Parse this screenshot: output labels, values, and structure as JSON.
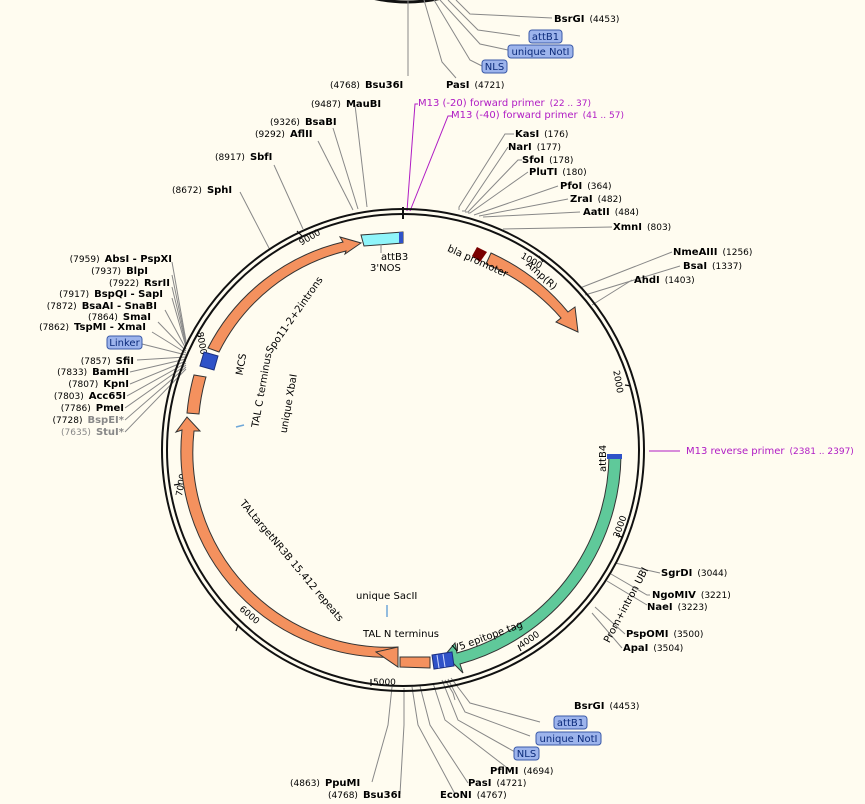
{
  "colors": {
    "background": "#fffcf0",
    "backbone": "#111111",
    "feature_orange": "#f4915e",
    "feature_green": "#5fc99a",
    "feature_cyan": "#8ff5fa",
    "primer": "#b01cc4",
    "tag_fill": "#9db4ec",
    "tag_stroke": "#3b5aa8",
    "promoter": "#7a0000",
    "blue_block": "#2f52c8",
    "leader": "#888888"
  },
  "top_cutoff": {
    "sites": [
      {
        "name": "BsrGI",
        "pos": "(4453)"
      },
      {
        "name": "PasI",
        "pos": "(4721)"
      },
      {
        "name": "Bsu36I",
        "pos": "(4768)"
      }
    ],
    "tags": [
      "attB1",
      "unique NotI",
      "NLS"
    ]
  },
  "primers": [
    {
      "label": "M13 (-20) forward primer",
      "range": "(22 .. 37)"
    },
    {
      "label": "M13 (-40) forward primer",
      "range": "(41 .. 57)"
    },
    {
      "label": "M13 reverse primer",
      "range": "(2381 .. 2397)"
    }
  ],
  "right_sites": [
    {
      "name": "KasI",
      "pos": "(176)"
    },
    {
      "name": "NarI",
      "pos": "(177)"
    },
    {
      "name": "SfoI",
      "pos": "(178)"
    },
    {
      "name": "PluTI",
      "pos": "(180)"
    },
    {
      "name": "PfoI",
      "pos": "(364)"
    },
    {
      "name": "ZraI",
      "pos": "(482)"
    },
    {
      "name": "AatII",
      "pos": "(484)"
    },
    {
      "name": "XmnI",
      "pos": "(803)"
    },
    {
      "name": "NmeAIII",
      "pos": "(1256)"
    },
    {
      "name": "BsaI",
      "pos": "(1337)"
    },
    {
      "name": "AhdI",
      "pos": "(1403)"
    },
    {
      "name": "SgrDI",
      "pos": "(3044)"
    },
    {
      "name": "NgoMIV",
      "pos": "(3221)"
    },
    {
      "name": "NaeI",
      "pos": "(3223)"
    },
    {
      "name": "PspOMI",
      "pos": "(3500)"
    },
    {
      "name": "ApaI",
      "pos": "(3504)"
    }
  ],
  "top_sites": [
    {
      "name": "MauBI",
      "pos": "(9487)"
    },
    {
      "name": "BsaBI",
      "pos": "(9326)"
    },
    {
      "name": "AflII",
      "pos": "(9292)"
    },
    {
      "name": "SbfI",
      "pos": "(8917)"
    },
    {
      "name": "SphI",
      "pos": "(8672)"
    }
  ],
  "left_sites": [
    {
      "name": "AbsI - PspXI",
      "pos": "(7959)"
    },
    {
      "name": "BlpI",
      "pos": "(7937)"
    },
    {
      "name": "RsrII",
      "pos": "(7922)"
    },
    {
      "name": "BspQI - SapI",
      "pos": "(7917)"
    },
    {
      "name": "BsaAI - SnaBI",
      "pos": "(7872)"
    },
    {
      "name": "SmaI",
      "pos": "(7864)"
    },
    {
      "name": "TspMI - XmaI",
      "pos": "(7862)"
    },
    {
      "name": "SfiI",
      "pos": "(7857)"
    },
    {
      "name": "BamHI",
      "pos": "(7833)"
    },
    {
      "name": "KpnI",
      "pos": "(7807)"
    },
    {
      "name": "Acc65I",
      "pos": "(7803)"
    },
    {
      "name": "PmeI",
      "pos": "(7786)"
    },
    {
      "name": "BspEI*",
      "pos": "(7728)",
      "dim": true
    },
    {
      "name": "StuI*",
      "pos": "(7635)",
      "dim": true
    }
  ],
  "left_tag": "Linker",
  "bottom_sites": [
    {
      "name": "BsrGI",
      "pos": "(4453)"
    },
    {
      "name": "PflMI",
      "pos": "(4694)"
    },
    {
      "name": "PasI",
      "pos": "(4721)"
    },
    {
      "name": "EcoNI",
      "pos": "(4767)"
    },
    {
      "name": "PpuMI",
      "pos": "(4863)"
    },
    {
      "name": "Bsu36I",
      "pos": "(4768)"
    }
  ],
  "bottom_tags": [
    "attB1",
    "unique NotI",
    "NLS"
  ],
  "features": [
    {
      "label": "Amp(R)"
    },
    {
      "label": "Prom+intron UBI"
    },
    {
      "label": "TALtargetNR3B 15.412 repeats"
    },
    {
      "label": "Spo11-2+2introns"
    }
  ],
  "inner_labels": {
    "bla_promoter": "bla promoter",
    "attB3": "attB3",
    "nos": "3'NOS",
    "attB4": "attB4",
    "v5": "V5 epitope tag",
    "tal_n": "TAL N terminus",
    "unique_sacII": "unique SacII",
    "unique_xbaI": "unique XbaI",
    "tal_c": "TAL C terminus",
    "mcs": "MCS"
  },
  "ticks": [
    "1000",
    "2000",
    "3000",
    "4000",
    "5000",
    "6000",
    "7000",
    "8000",
    "9000"
  ]
}
